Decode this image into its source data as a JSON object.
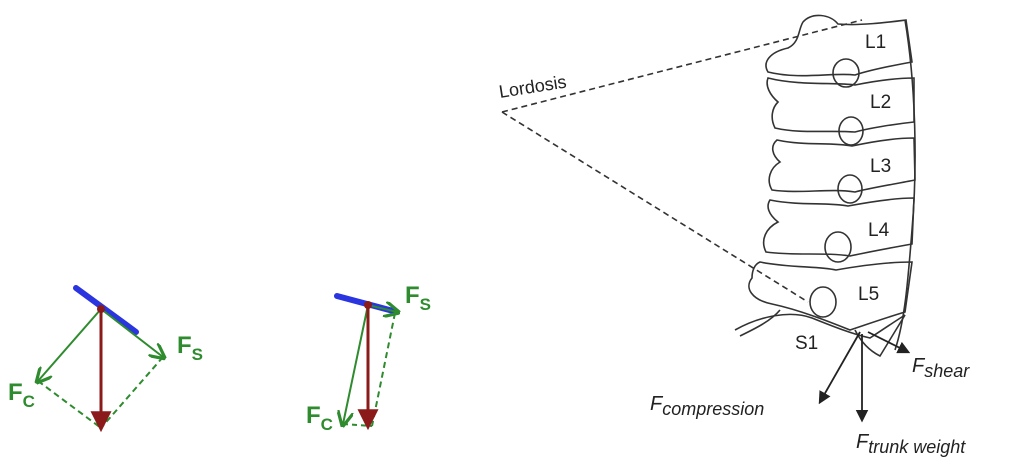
{
  "colors": {
    "line_blue": "#2a35e0",
    "joint_red": "#8b1a1a",
    "vector_red": "#8b1a1a",
    "force_green": "#2e8b2e",
    "spine_ink": "#333333"
  },
  "left_diagram": {
    "fs_letter": "F",
    "fs_sub": "S",
    "fc_letter": "F",
    "fc_sub": "C"
  },
  "middle_diagram": {
    "fs_letter": "F",
    "fs_sub": "S",
    "fc_letter": "F",
    "fc_sub": "C"
  },
  "spine": {
    "lordosis_label": "Lordosis",
    "vertebrae": [
      "L1",
      "L2",
      "L3",
      "L4",
      "L5",
      "S1"
    ],
    "forces": {
      "shear_main": "F",
      "shear_sub": "shear",
      "compression_main": "F",
      "compression_sub": "compression",
      "trunk_main": "F",
      "trunk_sub": "trunk weight"
    }
  }
}
